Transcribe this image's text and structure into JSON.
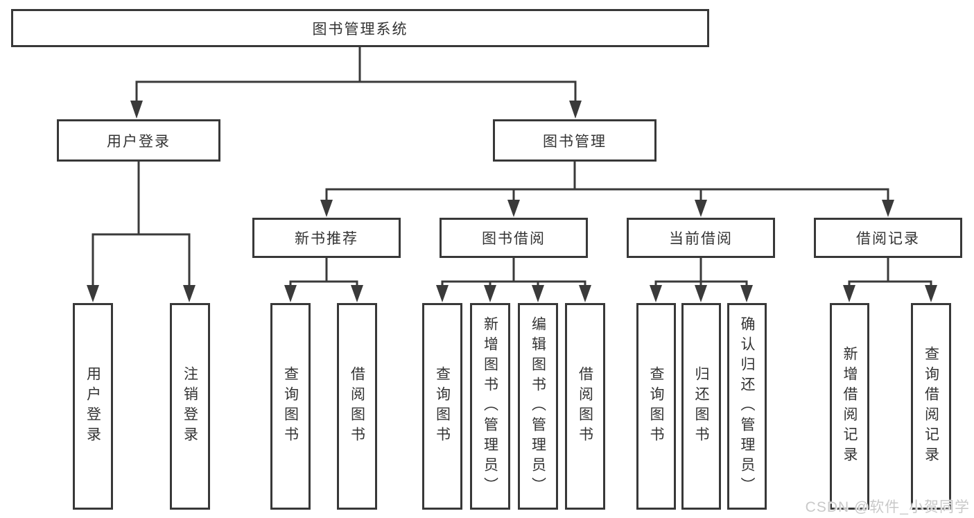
{
  "diagram": {
    "title": "图书管理系统",
    "level1": [
      {
        "label": "用户登录"
      },
      {
        "label": "图书管理"
      }
    ],
    "level2": [
      {
        "label": "新书推荐"
      },
      {
        "label": "图书借阅"
      },
      {
        "label": "当前借阅"
      },
      {
        "label": "借阅记录"
      }
    ],
    "leaves": {
      "user_login": [
        "用户登录",
        "注销登录"
      ],
      "new_book_rec": [
        "查询图书",
        "借阅图书"
      ],
      "book_borrow": [
        "查询图书",
        "新增图书（管理员）",
        "编辑图书（管理员）",
        "借阅图书"
      ],
      "current_borrow": [
        "查询图书",
        "归还图书",
        "确认归还（管理员）"
      ],
      "borrow_record": [
        "新增借阅记录",
        "查询借阅记录"
      ]
    },
    "colors": {
      "line": "#3a3a3a",
      "text": "#333333",
      "watermark_text": "#c9c9c9"
    },
    "watermark": "CSDN @软件_小贺同学"
  }
}
